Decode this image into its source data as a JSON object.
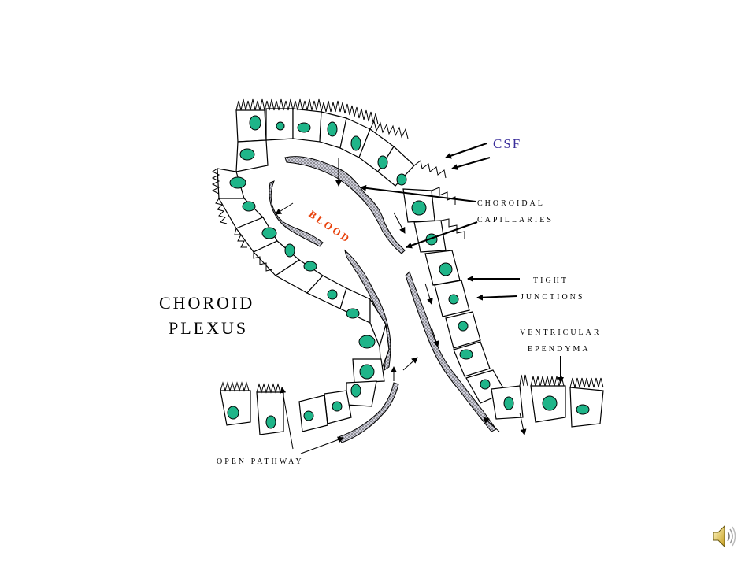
{
  "title": {
    "line1": "CHOROID",
    "line2": "PLEXUS"
  },
  "labels": {
    "csf": "CSF",
    "blood": "BLOOD",
    "choroidal_capillaries": {
      "line1": "CHOROIDAL",
      "line2": "CAPILLARIES"
    },
    "tight_junctions": {
      "line1": "TIGHT",
      "line2": "JUNCTIONS"
    },
    "ventricular_ependyma": {
      "line1": "VENTRICULAR",
      "line2": "EPENDYMA"
    },
    "open_pathway": "OPEN PATHWAY"
  },
  "colors": {
    "nucleus": "#1fb589",
    "csf_text": "#3a2e9b",
    "blood_text": "#e8420c",
    "capillary_fill": "#b9b9c6",
    "outline": "#000000"
  },
  "icons": {
    "speaker": "speaker-icon"
  }
}
